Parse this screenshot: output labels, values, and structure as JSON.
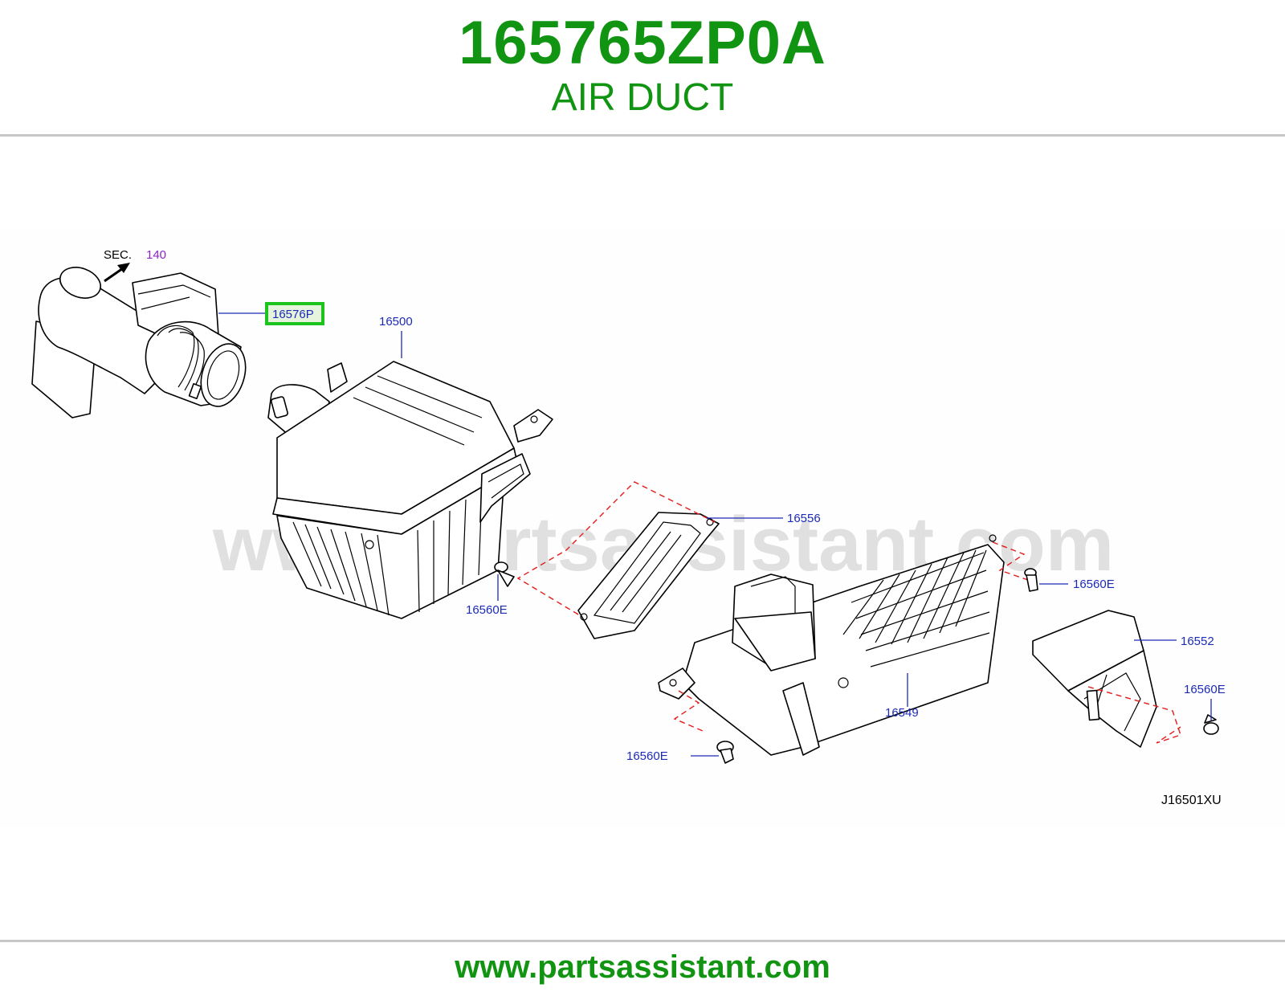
{
  "header": {
    "part_number": "165765ZP0A",
    "part_name": "AIR DUCT"
  },
  "diagram": {
    "section_ref": {
      "prefix": "SEC.",
      "number": "140"
    },
    "highlighted_callout": "16576P",
    "callouts": {
      "air_cleaner": "16500",
      "duct_16556": "16556",
      "clip_left": "16560E",
      "clip_right_top": "16560E",
      "resonator": "16549",
      "clip_bottom": "16560E",
      "duct_16552": "16552",
      "clip_right_bottom": "16560E"
    },
    "drawing_code": "J16501XU",
    "watermark": "www.partsassistant.com",
    "highlight_color": "#1ec41e"
  },
  "footer": {
    "url": "www.partsassistant.com"
  }
}
